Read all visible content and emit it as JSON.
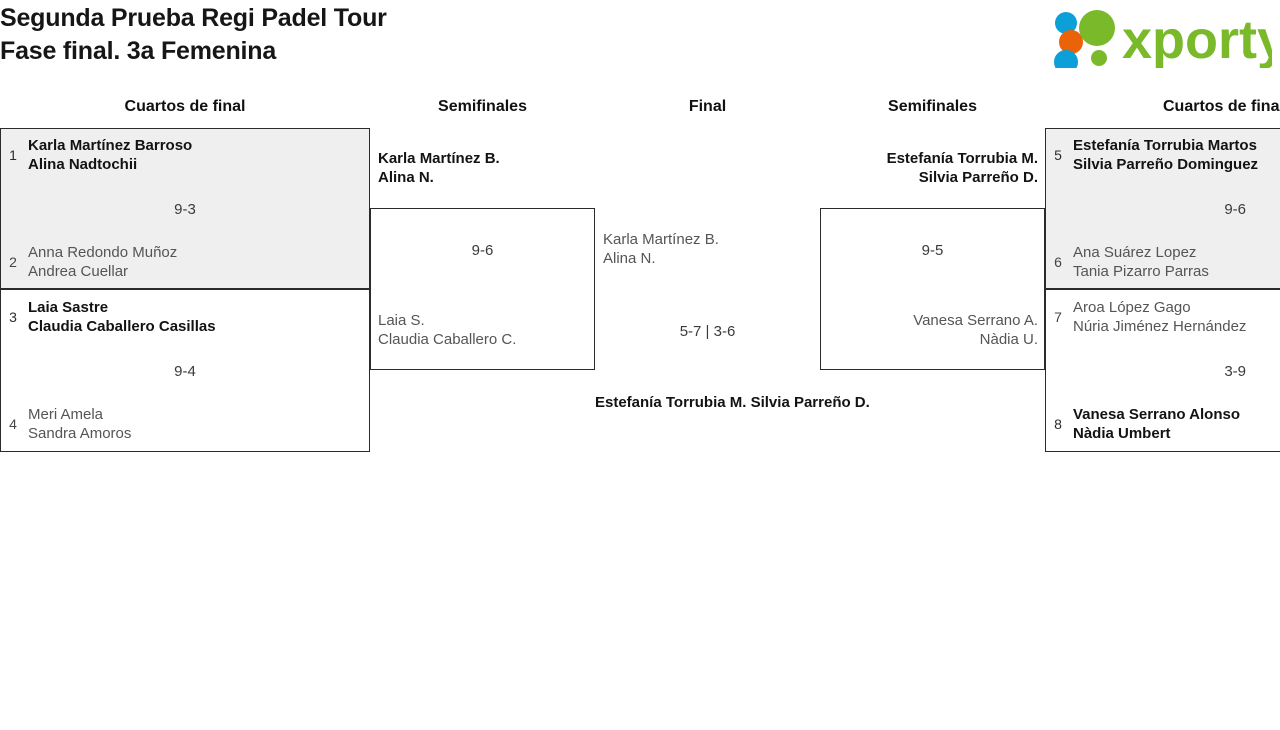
{
  "header": {
    "title_line1": "Segunda Prueba Regi Padel Tour",
    "title_line2": "Fase final. 3a Femenina",
    "logo_text": "xporty",
    "logo_colors": {
      "wordmark_green": "#7ab929",
      "dot_blue": "#0c9fd8",
      "dot_orange": "#ea6309",
      "dot_green": "#7ab929"
    }
  },
  "rounds": {
    "qf_left": "Cuartos de final",
    "sf_left": "Semifinales",
    "final": "Final",
    "sf_right": "Semifinales",
    "qf_right": "Cuartos de final"
  },
  "colors": {
    "box_border": "#2b2b2b",
    "box_shaded": "#efefef",
    "box_plain": "#ffffff",
    "winner_text": "#131313",
    "loser_text": "#555555"
  },
  "bracket": {
    "quarterfinals_left": [
      {
        "box_style": "shaded",
        "score": "9-3",
        "teams": [
          {
            "seed": "1",
            "player1": "Karla Martínez Barroso",
            "player2": "Alina Nadtochii",
            "result": "winner"
          },
          {
            "seed": "2",
            "player1": "Anna Redondo Muñoz",
            "player2": "Andrea Cuellar",
            "result": "loser"
          }
        ]
      },
      {
        "box_style": "plain",
        "score": "9-4",
        "teams": [
          {
            "seed": "3",
            "player1": "Laia Sastre",
            "player2": "Claudia Caballero Casillas",
            "result": "winner"
          },
          {
            "seed": "4",
            "player1": "Meri Amela",
            "player2": "Sandra Amoros",
            "result": "loser"
          }
        ]
      }
    ],
    "quarterfinals_right": [
      {
        "box_style": "shaded",
        "score": "9-6",
        "teams": [
          {
            "seed": "5",
            "player1": "Estefanía Torrubia Martos",
            "player2": "Silvia Parreño Dominguez",
            "result": "winner"
          },
          {
            "seed": "6",
            "player1": "Ana Suárez Lopez",
            "player2": "Tania Pizarro Parras",
            "result": "loser"
          }
        ]
      },
      {
        "box_style": "plain",
        "score": "3-9",
        "teams": [
          {
            "seed": "7",
            "player1": "Aroa López Gago",
            "player2": "Núria Jiménez Hernández",
            "result": "loser"
          },
          {
            "seed": "8",
            "player1": "Vanesa Serrano Alonso",
            "player2": "Nàdia Umbert",
            "result": "winner"
          }
        ]
      }
    ],
    "semifinal_left": {
      "score": "9-6",
      "teams": [
        {
          "player1": "Karla Martínez B.",
          "player2": "Alina N.",
          "result": "winner"
        },
        {
          "player1": "Laia S.",
          "player2": "Claudia Caballero C.",
          "result": "loser"
        }
      ]
    },
    "semifinal_right": {
      "score": "9-5",
      "teams": [
        {
          "player1": "Estefanía Torrubia M.",
          "player2": "Silvia Parreño D.",
          "result": "winner"
        },
        {
          "player1": "Vanesa Serrano A.",
          "player2": "Nàdia U.",
          "result": "loser"
        }
      ]
    },
    "final": {
      "score": "5-7 | 3-6",
      "teams": [
        {
          "player1": "Karla Martínez B.",
          "player2": "Alina N.",
          "result": "loser"
        },
        {
          "player1": "Estefanía Torrubia M.",
          "player2": "Silvia Parreño D.",
          "result": "winner"
        }
      ]
    }
  }
}
